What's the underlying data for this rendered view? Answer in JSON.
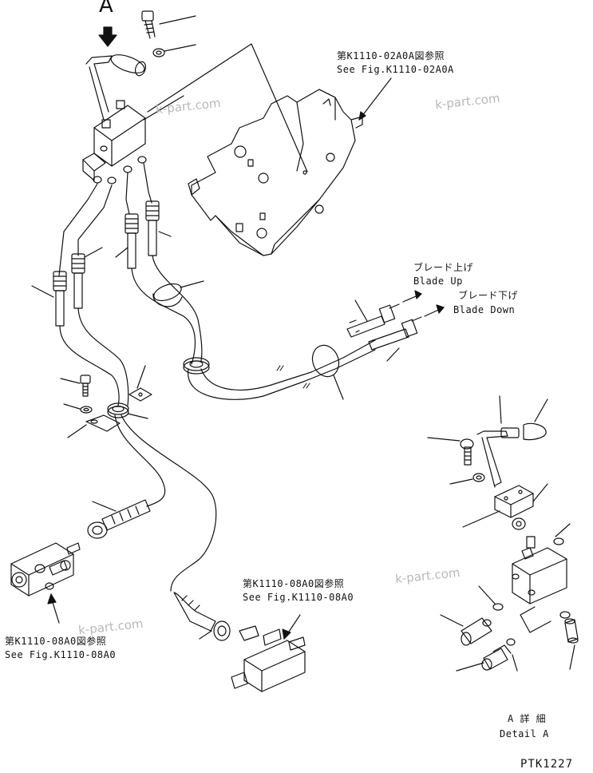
{
  "view_marker": "A",
  "references": {
    "top": {
      "jp": "第K1110-02A0A図参照",
      "en": "See Fig.K1110-02A0A"
    },
    "left": {
      "jp": "第K1110-08A0図参照",
      "en": "See Fig.K1110-08A0"
    },
    "bottom": {
      "jp": "第K1110-08A0図参照",
      "en": "See Fig.K1110-08A0"
    }
  },
  "blade_up": {
    "jp": "ブレード上げ",
    "en": "Blade Up"
  },
  "blade_down": {
    "jp": "ブレード下げ",
    "en": "Blade Down"
  },
  "detail": {
    "jp": "A 詳 細",
    "en": "Detail A"
  },
  "drawing_code": "PTK1227",
  "watermarks": [
    "k-part.com",
    "k-part.com",
    "k-part.com",
    "k-part.com"
  ],
  "colors": {
    "ink": "#111111",
    "watermark": "#b8b8b8"
  }
}
